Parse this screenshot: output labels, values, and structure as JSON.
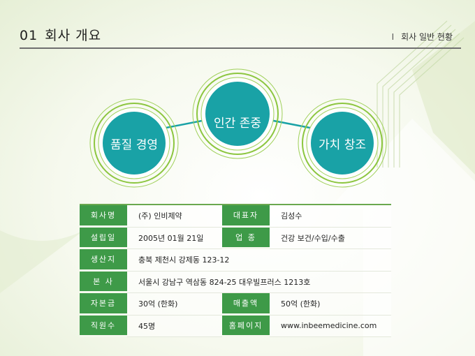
{
  "header": {
    "number": "01",
    "title": "회사 개요",
    "separator": "I",
    "subtitle": "회사 일반 현황"
  },
  "values_diagram": {
    "circles": [
      {
        "label": "품질 경영"
      },
      {
        "label": "인간 존중"
      },
      {
        "label": "가치 창조"
      }
    ],
    "colors": {
      "teal": "#19a2a6",
      "ring": "#8cc63f",
      "line": "#19a2a6"
    }
  },
  "company_info": {
    "rows": [
      {
        "label1": "회사명",
        "value1": "(주) 인비제약",
        "label2": "대표자",
        "value2": "김성수"
      },
      {
        "label1": "설립일",
        "value1": "2005년 01월 21일",
        "label2": "업   종",
        "value2": "건강 보건/수입/수출"
      },
      {
        "label1": "생산지",
        "value1": "충북 제천시 강제동 123-12"
      },
      {
        "label1": "본   사",
        "value1": "서울시 강남구 역삼동 824-25 대우빌프러스 1213호"
      },
      {
        "label1": "자본금",
        "value1": "30억 (한화)",
        "label2": "매출액",
        "value2": "50억 (한화)"
      },
      {
        "label1": "직원수",
        "value1": "45명",
        "label2": "홈페이지",
        "value2": "www.inbeemedicine.com"
      }
    ],
    "label_color": "#3e9a48"
  }
}
